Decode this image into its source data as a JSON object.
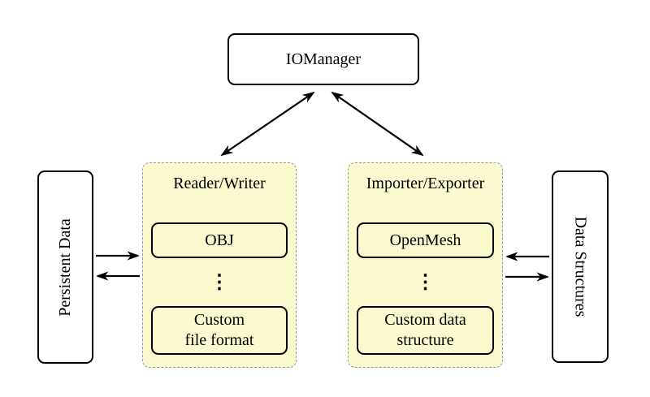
{
  "diagram": {
    "io_manager": {
      "label": "IOManager"
    },
    "persistent_data": {
      "label": "Persistent Data"
    },
    "data_structures": {
      "label": "Data Structures"
    },
    "reader_writer": {
      "title": "Reader/Writer",
      "top_item": "OBJ",
      "ellipsis": "⋮",
      "bottom_item": "Custom\nfile format"
    },
    "importer_exporter": {
      "title": "Importer/Exporter",
      "top_item": "OpenMesh",
      "ellipsis": "⋮",
      "bottom_item": "Custom data\nstructure"
    },
    "arrows": [
      {
        "name": "iomanager-readerwriter",
        "type": "double"
      },
      {
        "name": "iomanager-importerexporter",
        "type": "double"
      },
      {
        "name": "persistent-to-readerwriter",
        "type": "single-right"
      },
      {
        "name": "readerwriter-to-persistent",
        "type": "single-left"
      },
      {
        "name": "datastructures-to-importerexporter",
        "type": "single-left"
      },
      {
        "name": "importerexporter-to-datastructures",
        "type": "single-right"
      }
    ]
  },
  "colors": {
    "panel_fill": "#fbf9ce",
    "panel_border": "#999999",
    "box_border": "#000000",
    "box_fill": "#ffffff",
    "arrow": "#000000"
  }
}
